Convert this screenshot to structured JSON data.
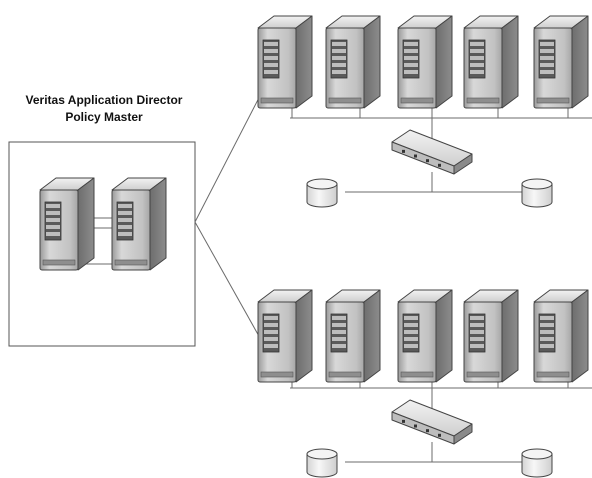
{
  "policy_master": {
    "title_line_1": "Veritas Application Director",
    "title_line_2": "Policy Master",
    "server_count": 2
  },
  "clusters": [
    {
      "server_count": 5,
      "switch_count": 1,
      "storage_count": 2
    },
    {
      "server_count": 5,
      "switch_count": 1,
      "storage_count": 2
    }
  ],
  "colors": {
    "line": "#6b6b6b",
    "box_border": "#555555",
    "server_front": "#c9c9c9",
    "server_side": "#7a7a7a",
    "server_top": "#e3e3e3",
    "disk": "#e6e6e6"
  }
}
